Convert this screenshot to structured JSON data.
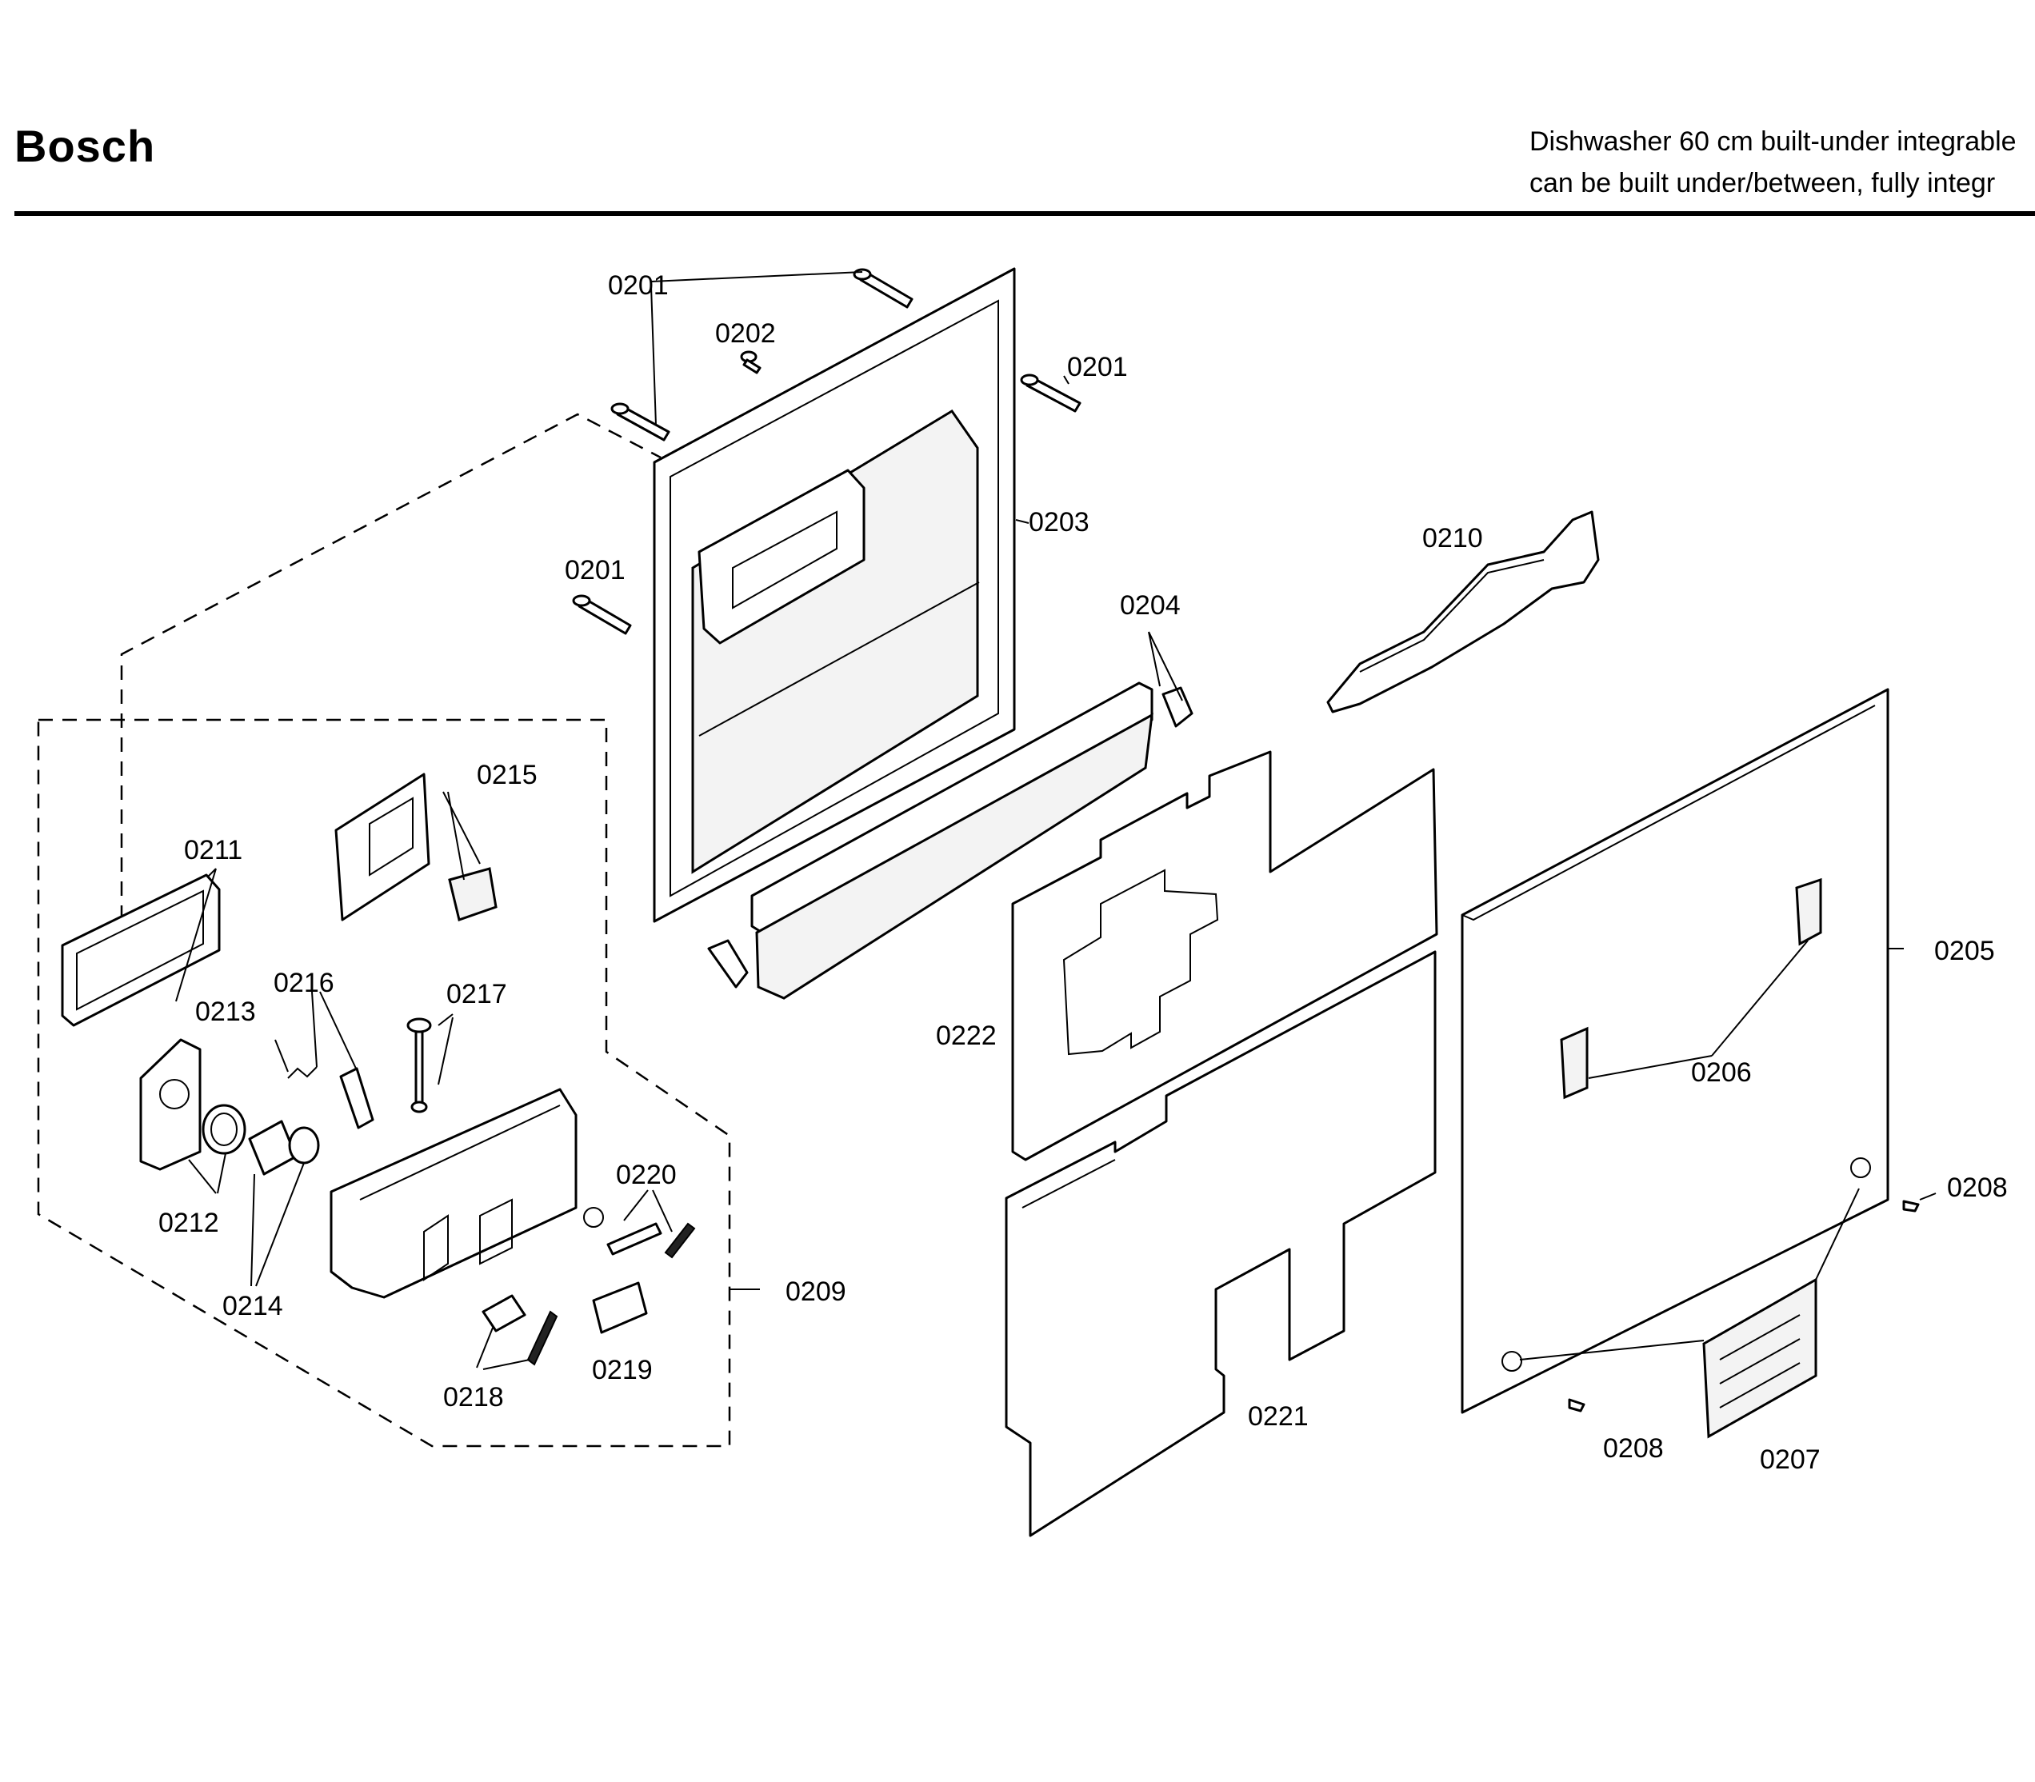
{
  "header": {
    "brand": "Bosch",
    "subtitle_line1": "Dishwasher 60 cm built-under integrable",
    "subtitle_line2": "can be built under/between, fully integr"
  },
  "part_labels": {
    "p0201": "0201",
    "p0202": "0202",
    "p0203": "0203",
    "p0204": "0204",
    "p0205": "0205",
    "p0206": "0206",
    "p0207": "0207",
    "p0208": "0208",
    "p0209": "0209",
    "p0210": "0210",
    "p0211": "0211",
    "p0212": "0212",
    "p0213": "0213",
    "p0214": "0214",
    "p0215": "0215",
    "p0216": "0216",
    "p0217": "0217",
    "p0218": "0218",
    "p0219": "0219",
    "p0220": "0220",
    "p0221": "0221",
    "p0222": "0222"
  }
}
